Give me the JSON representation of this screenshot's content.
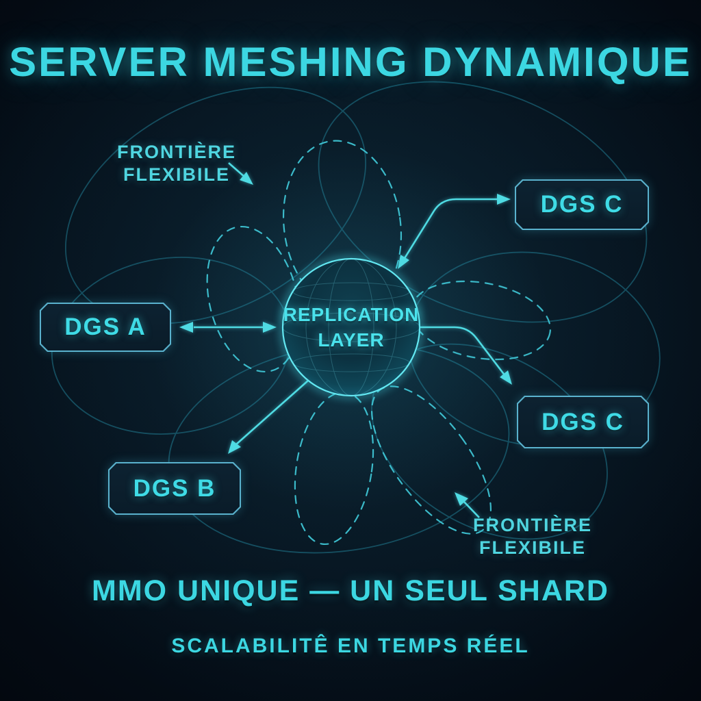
{
  "title": "SERVER MESHING DYNAMIQUE",
  "sphere": {
    "label_line1": "REPLICATION",
    "label_line2": "LAYER"
  },
  "nodes": {
    "dgs_a": "DGS A",
    "dgs_b": "DGS B",
    "dgs_c_top": "DGS C",
    "dgs_c_right": "DGS C"
  },
  "annotations": {
    "boundary_top": {
      "line1": "FRONTIÈRE",
      "line2": "FLEXIBILE"
    },
    "boundary_bottom": {
      "line1": "FRONTIÈRE",
      "line2": "FLEXIBILE"
    }
  },
  "footer": {
    "headline": "MMO UNIQUE — UN SEUL SHARD",
    "subline": "SCALABILITÊ EN TEMPS RÉEL"
  },
  "colors": {
    "background": "#040c15",
    "accent_text": "#3cd7e2",
    "node_text": "#3fdbe6",
    "node_border": "#5fb9d6",
    "node_fill": "#0c2130",
    "arrow": "#4fdbe3",
    "dashed_boundary": "#41c9d8",
    "mesh_outline": "#23859c",
    "sphere_rim": "#4fdbe8"
  }
}
